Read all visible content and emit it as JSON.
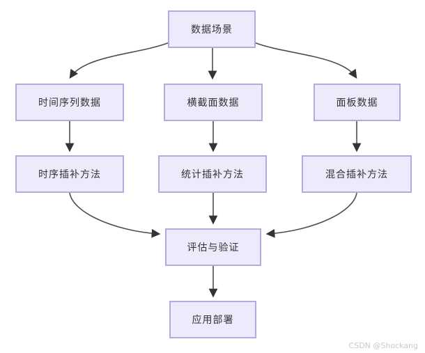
{
  "diagram": {
    "title": "missing-data-imputation-flowchart",
    "nodes": [
      {
        "id": "data-scenario",
        "label": "数据场景"
      },
      {
        "id": "time-series-data",
        "label": "时间序列数据"
      },
      {
        "id": "cross-section-data",
        "label": "横截面数据"
      },
      {
        "id": "panel-data",
        "label": "面板数据"
      },
      {
        "id": "ts-imputation",
        "label": "时序插补方法"
      },
      {
        "id": "stat-imputation",
        "label": "统计插补方法"
      },
      {
        "id": "hybrid-imputation",
        "label": "混合插补方法"
      },
      {
        "id": "evaluation",
        "label": "评估与验证"
      },
      {
        "id": "deployment",
        "label": "应用部署"
      }
    ],
    "edges": [
      {
        "from": "data-scenario",
        "to": "time-series-data"
      },
      {
        "from": "data-scenario",
        "to": "cross-section-data"
      },
      {
        "from": "data-scenario",
        "to": "panel-data"
      },
      {
        "from": "time-series-data",
        "to": "ts-imputation"
      },
      {
        "from": "cross-section-data",
        "to": "stat-imputation"
      },
      {
        "from": "panel-data",
        "to": "hybrid-imputation"
      },
      {
        "from": "ts-imputation",
        "to": "evaluation"
      },
      {
        "from": "stat-imputation",
        "to": "evaluation"
      },
      {
        "from": "hybrid-imputation",
        "to": "evaluation"
      },
      {
        "from": "evaluation",
        "to": "deployment"
      }
    ],
    "colors": {
      "node_fill": "#EDEBFB",
      "node_border": "#B8A8E0",
      "arrow": "#4d4d4d",
      "arrowhead": "#333333",
      "text": "#333333",
      "watermark": "#c9c9c9",
      "background": "#ffffff"
    }
  },
  "watermark": {
    "text": "CSDN @Shockang"
  }
}
